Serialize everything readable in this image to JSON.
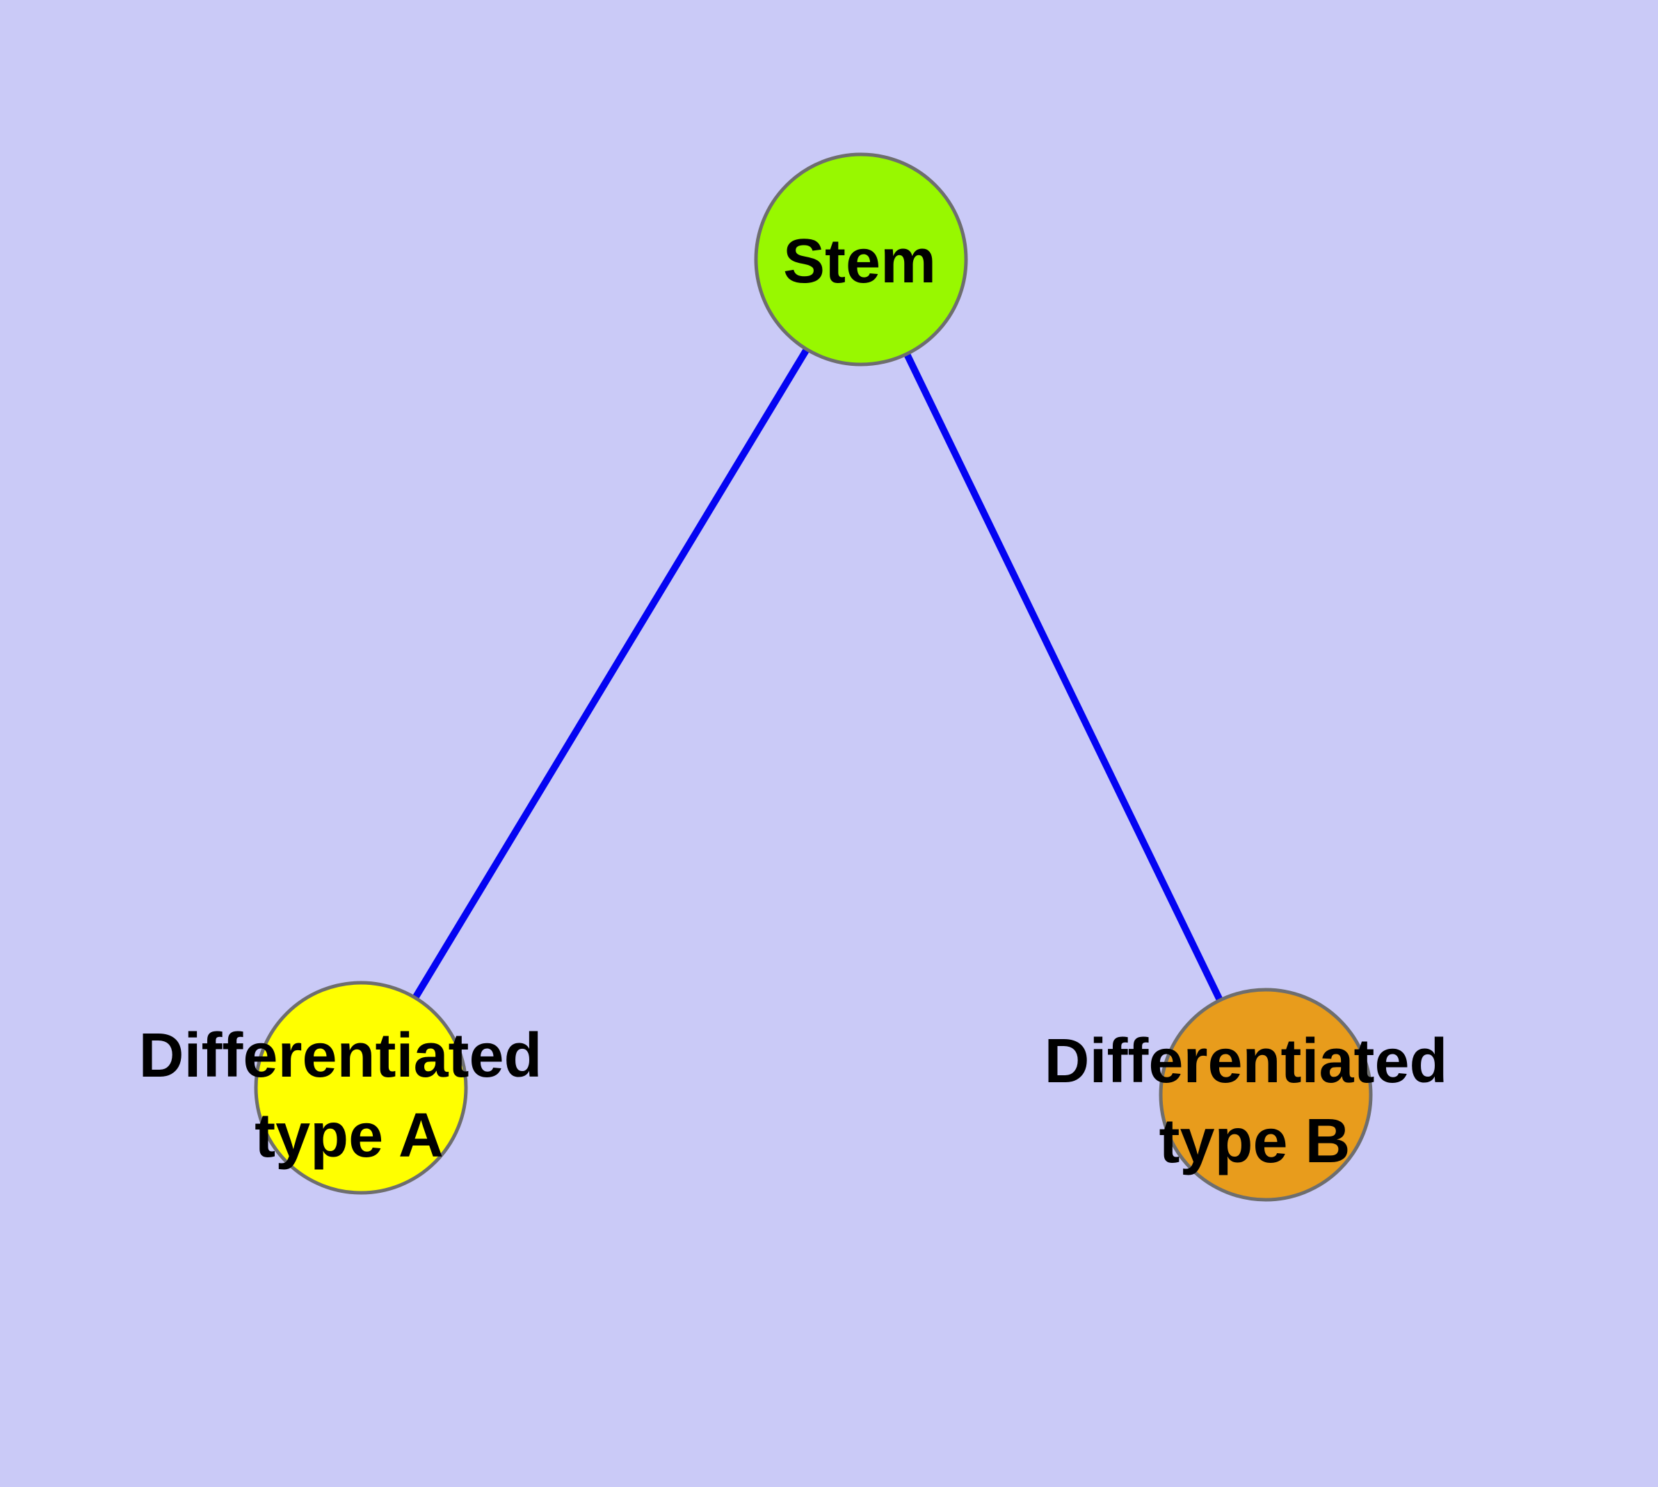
{
  "canvas": {
    "background_color": "#CACAF7"
  },
  "graph": {
    "title": "",
    "type": "node-link-diagram",
    "nodes": [
      {
        "id": "stem",
        "label": "Stem",
        "lines": [
          "Stem"
        ],
        "fill": "#98F800",
        "stroke": "#6E6E6E"
      },
      {
        "id": "differentiated-type-a",
        "label": "Differentiated type A",
        "lines": [
          "Differentiated",
          "type A"
        ],
        "fill": "#FFFF00",
        "stroke": "#6E6E6E"
      },
      {
        "id": "differentiated-type-b",
        "label": "Differentiated type B",
        "lines": [
          "Differentiated",
          "type B"
        ],
        "fill": "#E89C1C",
        "stroke": "#6E6E6E"
      }
    ],
    "edges": [
      {
        "from": "stem",
        "to": "differentiated-type-a",
        "color": "#0404F2"
      },
      {
        "from": "stem",
        "to": "differentiated-type-b",
        "color": "#0404F2"
      }
    ],
    "text_color": "#000000"
  }
}
